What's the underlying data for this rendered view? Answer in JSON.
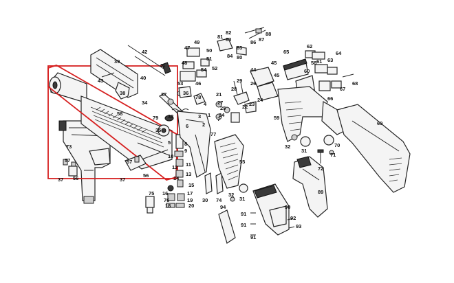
{
  "highlight_color": "#d62020",
  "callouts": {
    "c1": "1",
    "c2": "2",
    "c3": "3",
    "c4": "4",
    "c5": "5",
    "c6": "6",
    "c7": "7",
    "c8": "8",
    "c9": "9",
    "c10": "10",
    "c11": "11",
    "c12": "12",
    "c13": "13",
    "c14": "14",
    "c15": "15",
    "c16": "16",
    "c17": "17",
    "c18": "18",
    "c19": "19",
    "c20": "20",
    "c21": "21",
    "c22": "22",
    "c23": "23",
    "c24": "24",
    "c25": "25",
    "c26": "26",
    "c27": "27",
    "c28": "28",
    "c29": "29",
    "c30": "30",
    "c31": "31",
    "c32": "32",
    "c33": "33",
    "c34": "34",
    "c35": "35",
    "c36": "36",
    "c37": "37",
    "c38": "38",
    "c39": "39",
    "c40": "40",
    "c41": "41",
    "c42": "42",
    "c43": "43",
    "c44": "44",
    "c45": "45",
    "c46": "46",
    "c47": "47",
    "c48": "48",
    "c49": "49",
    "c50": "50",
    "c51": "51",
    "c52": "52",
    "c53": "53",
    "c54": "54",
    "c55": "55",
    "c56": "56",
    "c57": "57",
    "c58": "58",
    "c59": "59",
    "c60": "60",
    "c61": "61",
    "c62": "62",
    "c63": "63",
    "c64": "64",
    "c65": "65",
    "c66": "66",
    "c67": "67",
    "c68": "68",
    "c69": "69",
    "c70": "70",
    "c71": "71",
    "c72": "72",
    "c73": "73",
    "c74": "74",
    "c75": "75",
    "c76": "76",
    "c77": "77",
    "c78": "78",
    "c79": "79",
    "c80": "80",
    "c81": "81",
    "c82": "82",
    "c83": "83",
    "c84": "84",
    "c85": "85",
    "c86": "86",
    "c87": "87",
    "c88": "88",
    "c89": "89",
    "c90": "90",
    "c91": "91",
    "c92": "92",
    "c93": "93",
    "c94": "94"
  }
}
